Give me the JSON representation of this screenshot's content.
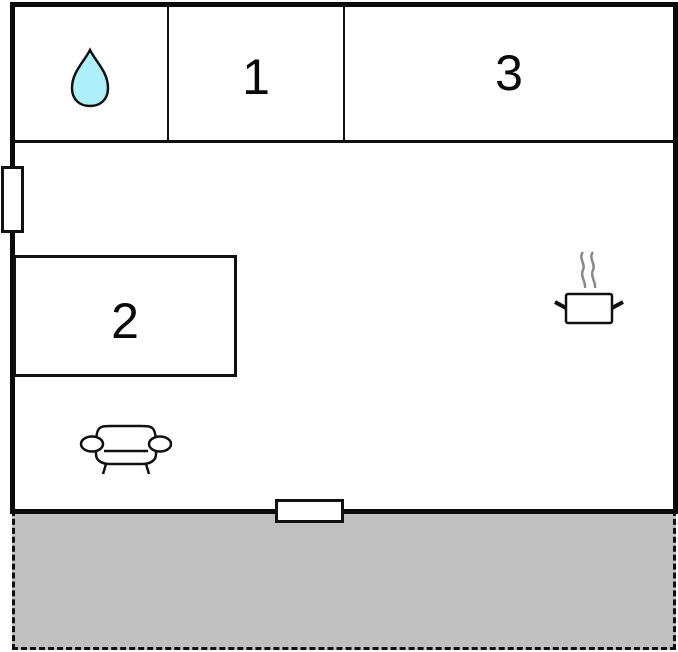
{
  "floorplan": {
    "rooms": [
      {
        "id": "bathroom",
        "label": "",
        "icon": "water-drop-icon"
      },
      {
        "id": "room-1",
        "label": "1"
      },
      {
        "id": "room-3",
        "label": "3"
      },
      {
        "id": "room-2",
        "label": "2"
      },
      {
        "id": "living-kitchen",
        "label": "",
        "icons": [
          "cooking-pot-icon",
          "sofa-icon"
        ]
      }
    ],
    "terrace": {
      "label": "",
      "fill": "#c0c0c0",
      "border": "dashed"
    },
    "colors": {
      "wall": "#111111",
      "water": "#aef0fa",
      "steam": "#888888",
      "terrace": "#c0c0c0"
    }
  }
}
